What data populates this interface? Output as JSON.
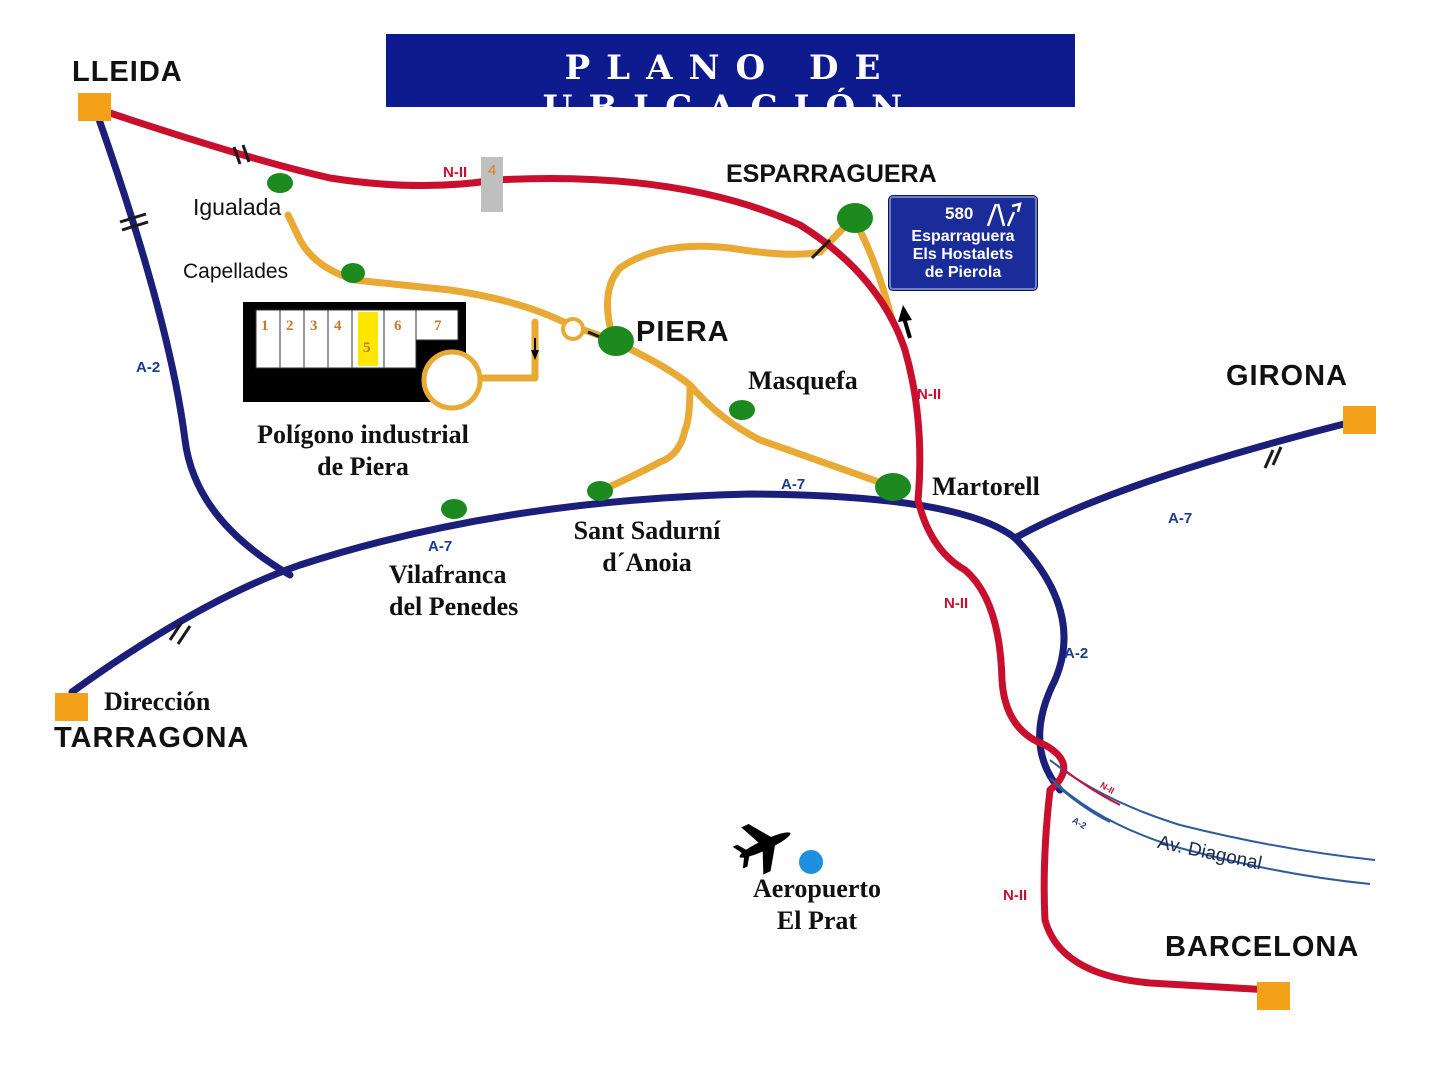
{
  "title": "PLANO DE UBICACIÓN",
  "cities": {
    "lleida": "LLEIDA",
    "girona": "GIRONA",
    "barcelona": "BARCELONA",
    "tarragona": "TARRAGONA",
    "tarragona_prefix": "Dirección",
    "esparraguera": "ESPARRAGUERA",
    "piera": "PIERA"
  },
  "towns": {
    "igualada": "Igualada",
    "capellades": "Capellades",
    "masquefa": "Masquefa",
    "martorell": "Martorell",
    "sant_sadurni_1": "Sant Sadurní",
    "sant_sadurni_2": "d´Anoia",
    "vilafranca_1": "Vilafranca",
    "vilafranca_2": "del Penedes",
    "poligono_1": "Polígono industrial",
    "poligono_2": "de Piera",
    "aeropuerto_1": "Aeropuerto",
    "aeropuerto_2": "El Prat"
  },
  "roads": {
    "a2": "A-2",
    "a7": "A-7",
    "n2": "N-II",
    "n2_marker": "4",
    "diagonal": "Av. Diagonal"
  },
  "exit_sign": {
    "number": "580",
    "line1": "Esparraguera",
    "line2": "Els Hostalets",
    "line3": "de Pierola"
  },
  "poligono_plots": [
    "1",
    "2",
    "3",
    "4",
    "5",
    "6",
    "7"
  ],
  "colors": {
    "banner": "#0e1b8f",
    "n2_red": "#c8102e",
    "motorway_blue": "#1b1f7a",
    "local_road": "#e8a935",
    "town_green": "#1c8a1f",
    "city_square": "#f4a11a",
    "highlight_plot": "#ffe600",
    "airport_blue": "#1f8fe0"
  },
  "icons": {
    "airport": "airplane-icon",
    "exit": "motorway-exit-icon",
    "direction": "arrow-up-icon"
  }
}
